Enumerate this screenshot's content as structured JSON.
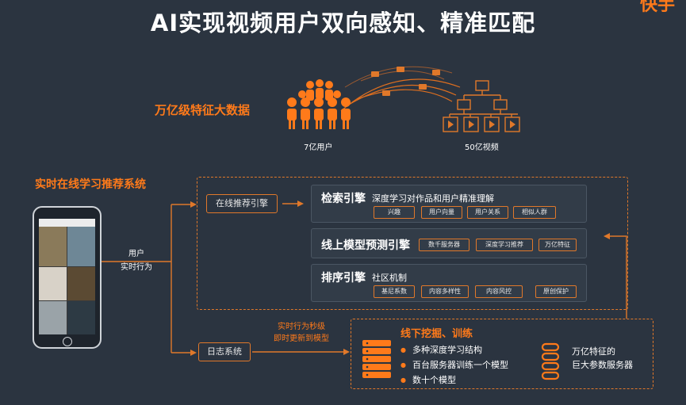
{
  "slide": {
    "title": "AI实现视频用户双向感知、精准匹配",
    "logo_text": "快手"
  },
  "top_section": {
    "big_data_label": "万亿级特征大数据",
    "users_label": "7亿用户",
    "videos_label": "50亿视频"
  },
  "system": {
    "title": "实时在线学习推荐系统",
    "user_behavior_label": "用户\n实时行为",
    "online_engine": "在线推荐引擎",
    "log_system": "日志系统",
    "log_note": "实时行为秒级\n即时更新到模型"
  },
  "engines": [
    {
      "title": "检索引擎",
      "subtitle": "深度学习对作品和用户精准理解",
      "tags": [
        "兴趣",
        "用户向量",
        "用户关系",
        "相似人群"
      ]
    },
    {
      "title": "线上模型预测引擎",
      "subtitle": "",
      "tags": [
        "数千服务器",
        "深度学习推荐",
        "万亿特征"
      ]
    },
    {
      "title": "排序引擎",
      "subtitle": "社区机制",
      "tags": [
        "基尼系数",
        "内容多样性",
        "内容风控",
        "原创保护"
      ]
    }
  ],
  "offline": {
    "title": "线下挖掘、训练",
    "bullets": [
      "多种深度学习结构",
      "百台服务器训练一个模型",
      "数十个模型"
    ],
    "param_server": "万亿特征的\n巨大参数服务器"
  },
  "colors": {
    "background": "#2b3440",
    "accent": "#ff7a1a"
  }
}
